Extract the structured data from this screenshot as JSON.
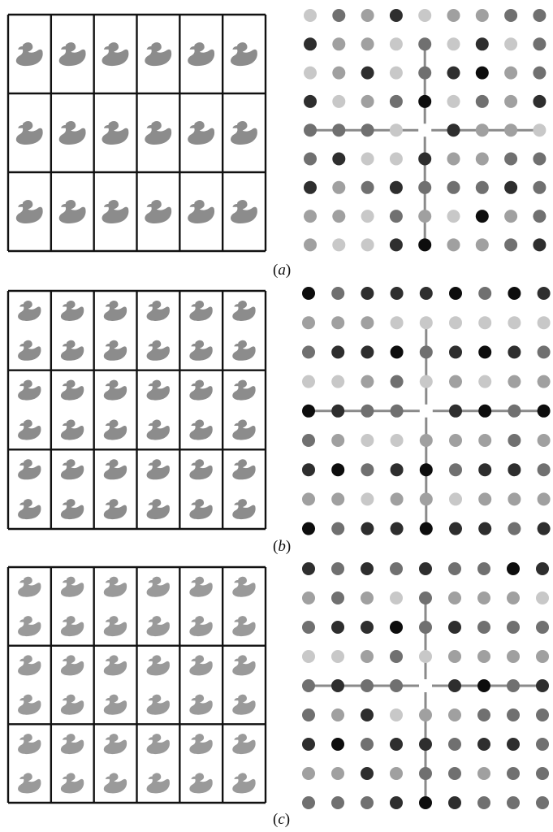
{
  "figure": {
    "panels": [
      {
        "label": "a",
        "tiling": {
          "rows": 3,
          "cols": 6,
          "ducks_per_cell": 1,
          "duck_color": "#8c8c8c"
        },
        "dot_grid": {
          "size": 9,
          "gaps": "centre",
          "greys": [
            [
              "#c8c8c8",
              "#707070",
              "#a0a0a0",
              "#2e2e2e",
              "#c8c8c8",
              "#a0a0a0",
              "#a0a0a0",
              "#707070",
              "#707070"
            ],
            [
              "#2e2e2e",
              "#a0a0a0",
              "#a0a0a0",
              "#c8c8c8",
              "#707070",
              "#c8c8c8",
              "#2e2e2e",
              "#c8c8c8",
              "#707070"
            ],
            [
              "#c8c8c8",
              "#a0a0a0",
              "#2e2e2e",
              "#c8c8c8",
              "#707070",
              "#2e2e2e",
              "#0d0d0d",
              "#a0a0a0",
              "#707070"
            ],
            [
              "#2e2e2e",
              "#c8c8c8",
              "#a0a0a0",
              "#707070",
              "#0d0d0d",
              "#c8c8c8",
              "#707070",
              "#a0a0a0",
              "#2e2e2e"
            ],
            [
              "#707070",
              "#707070",
              "#707070",
              "#c8c8c8",
              null,
              "#2e2e2e",
              "#a0a0a0",
              "#a0a0a0",
              "#c8c8c8"
            ],
            [
              "#707070",
              "#2e2e2e",
              "#c8c8c8",
              "#c8c8c8",
              "#2e2e2e",
              "#a0a0a0",
              "#a0a0a0",
              "#707070",
              "#707070"
            ],
            [
              "#2e2e2e",
              "#a0a0a0",
              "#707070",
              "#2e2e2e",
              "#707070",
              "#707070",
              "#707070",
              "#2e2e2e",
              "#707070"
            ],
            [
              "#a0a0a0",
              "#a0a0a0",
              "#c8c8c8",
              "#707070",
              "#a0a0a0",
              "#c8c8c8",
              "#0d0d0d",
              "#a0a0a0",
              "#707070"
            ],
            [
              "#a0a0a0",
              "#c8c8c8",
              "#c8c8c8",
              "#2e2e2e",
              "#0d0d0d",
              "#a0a0a0",
              "#a0a0a0",
              "#707070",
              "#2e2e2e"
            ]
          ]
        }
      },
      {
        "label": "b",
        "tiling": {
          "rows": 3,
          "cols": 6,
          "ducks_per_cell": 2,
          "duck_color": "#8c8c8c"
        },
        "dot_grid": {
          "size": 9,
          "gaps": "centre",
          "greys": [
            [
              "#0d0d0d",
              "#707070",
              "#2e2e2e",
              "#2e2e2e",
              "#2e2e2e",
              "#0d0d0d",
              "#707070",
              "#0d0d0d",
              "#2e2e2e"
            ],
            [
              "#a0a0a0",
              "#a0a0a0",
              "#a0a0a0",
              "#c8c8c8",
              "#c8c8c8",
              "#c8c8c8",
              "#c8c8c8",
              "#c8c8c8",
              "#c8c8c8"
            ],
            [
              "#707070",
              "#2e2e2e",
              "#2e2e2e",
              "#0d0d0d",
              "#707070",
              "#2e2e2e",
              "#0d0d0d",
              "#2e2e2e",
              "#707070"
            ],
            [
              "#c8c8c8",
              "#c8c8c8",
              "#a0a0a0",
              "#707070",
              "#c8c8c8",
              "#a0a0a0",
              "#c8c8c8",
              "#a0a0a0",
              "#a0a0a0"
            ],
            [
              "#0d0d0d",
              "#2e2e2e",
              "#707070",
              "#707070",
              null,
              "#2e2e2e",
              "#0d0d0d",
              "#707070",
              "#0d0d0d"
            ],
            [
              "#707070",
              "#a0a0a0",
              "#c8c8c8",
              "#c8c8c8",
              "#a0a0a0",
              "#a0a0a0",
              "#a0a0a0",
              "#707070",
              "#a0a0a0"
            ],
            [
              "#2e2e2e",
              "#0d0d0d",
              "#707070",
              "#2e2e2e",
              "#0d0d0d",
              "#707070",
              "#2e2e2e",
              "#2e2e2e",
              "#707070"
            ],
            [
              "#a0a0a0",
              "#a0a0a0",
              "#c8c8c8",
              "#a0a0a0",
              "#a0a0a0",
              "#c8c8c8",
              "#a0a0a0",
              "#a0a0a0",
              "#a0a0a0"
            ],
            [
              "#0d0d0d",
              "#707070",
              "#2e2e2e",
              "#2e2e2e",
              "#0d0d0d",
              "#2e2e2e",
              "#2e2e2e",
              "#707070",
              "#2e2e2e"
            ]
          ]
        }
      },
      {
        "label": "c",
        "tiling": {
          "rows": 3,
          "cols": 6,
          "ducks_per_cell": 2,
          "duck_color": "#9a9a9a"
        },
        "dot_grid": {
          "size": 9,
          "gaps": "centre",
          "greys": [
            [
              "#2e2e2e",
              "#707070",
              "#2e2e2e",
              "#707070",
              "#2e2e2e",
              "#707070",
              "#707070",
              "#0d0d0d",
              "#2e2e2e"
            ],
            [
              "#a0a0a0",
              "#707070",
              "#a0a0a0",
              "#c8c8c8",
              "#707070",
              "#a0a0a0",
              "#a0a0a0",
              "#a0a0a0",
              "#c8c8c8"
            ],
            [
              "#707070",
              "#2e2e2e",
              "#2e2e2e",
              "#0d0d0d",
              "#707070",
              "#2e2e2e",
              "#707070",
              "#707070",
              "#707070"
            ],
            [
              "#c8c8c8",
              "#c8c8c8",
              "#a0a0a0",
              "#707070",
              "#c8c8c8",
              "#a0a0a0",
              "#a0a0a0",
              "#a0a0a0",
              "#a0a0a0"
            ],
            [
              "#707070",
              "#2e2e2e",
              "#707070",
              "#707070",
              null,
              "#2e2e2e",
              "#0d0d0d",
              "#707070",
              "#2e2e2e"
            ],
            [
              "#707070",
              "#a0a0a0",
              "#2e2e2e",
              "#c8c8c8",
              "#a0a0a0",
              "#a0a0a0",
              "#707070",
              "#707070",
              "#707070"
            ],
            [
              "#2e2e2e",
              "#0d0d0d",
              "#707070",
              "#2e2e2e",
              "#2e2e2e",
              "#707070",
              "#2e2e2e",
              "#2e2e2e",
              "#707070"
            ],
            [
              "#a0a0a0",
              "#a0a0a0",
              "#2e2e2e",
              "#a0a0a0",
              "#707070",
              "#707070",
              "#a0a0a0",
              "#707070",
              "#707070"
            ],
            [
              "#707070",
              "#707070",
              "#707070",
              "#2e2e2e",
              "#0d0d0d",
              "#2e2e2e",
              "#707070",
              "#707070",
              "#707070"
            ]
          ]
        }
      }
    ],
    "axis_color": "#8a8a8a",
    "tiling_border_color": "#111111"
  }
}
